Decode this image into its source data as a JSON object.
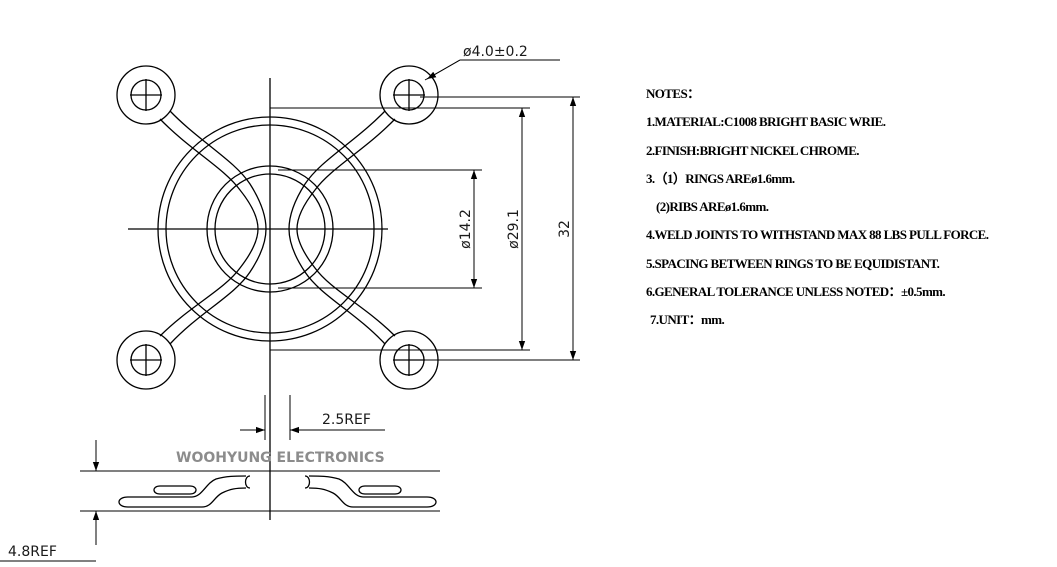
{
  "dimensions": {
    "hole_diameter": "ø4.0±0.2",
    "center_ring_diameter": "ø14.2",
    "outer_ring_diameter": "ø29.1",
    "overall_size": "32",
    "rib_spacing": "2.5REF",
    "profile_height": "4.8REF"
  },
  "watermark": "WOOHYUNG ELECTRONICS",
  "notes": {
    "title": "NOTES：",
    "items": [
      "1.MATERIAL:C1008 BRIGHT BASIC WRIE.",
      "2.FINISH:BRIGHT NICKEL CHROME.",
      "3.（1）RINGS AREø1.6mm.",
      "(2)RIBS AREø1.6mm.",
      "4.WELD JOINTS TO WITHSTAND MAX 88 LBS PULL FORCE.",
      "5.SPACING BETWEEN RINGS TO BE EQUIDISTANT.",
      "6.GENERAL TOLERANCE UNLESS NOTED：±0.5mm.",
      "7.UNIT：mm."
    ]
  }
}
